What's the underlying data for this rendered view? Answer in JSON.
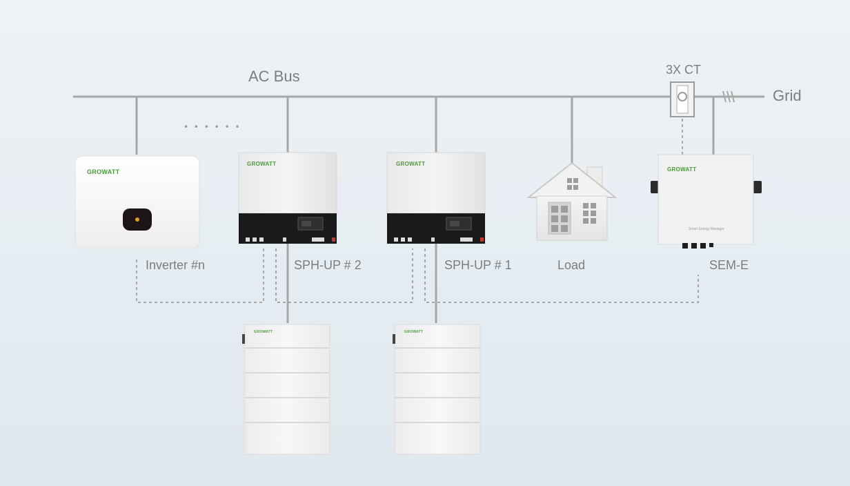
{
  "bus_label": "AC Bus",
  "grid_label": "Grid",
  "ct_label": "3X CT",
  "ellipsis": "• • • • • •",
  "devices": {
    "inverter_n": {
      "label": "Inverter #n",
      "brand": "GROWATT"
    },
    "sph_up_2": {
      "label": "SPH-UP # 2",
      "brand": "GROWATT"
    },
    "sph_up_1": {
      "label": "SPH-UP # 1",
      "brand": "GROWATT"
    },
    "load": {
      "label": "Load"
    },
    "sem_e": {
      "label": "SEM-E",
      "brand": "GROWATT",
      "caption": "Smart Energy Manager"
    }
  },
  "batteries": [
    {
      "brand": "GROWATT"
    },
    {
      "brand": "GROWATT"
    }
  ],
  "colors": {
    "line": "#a6a6a6",
    "label": "#7d7d7d",
    "brand_green": "#4a9a3a",
    "inverter_panel": "#1a1a1a",
    "background": "#eaf0f4"
  },
  "icons": {
    "house": "house-icon",
    "ct": "current-transformer-icon",
    "grid_break": "grid-break-icon"
  }
}
